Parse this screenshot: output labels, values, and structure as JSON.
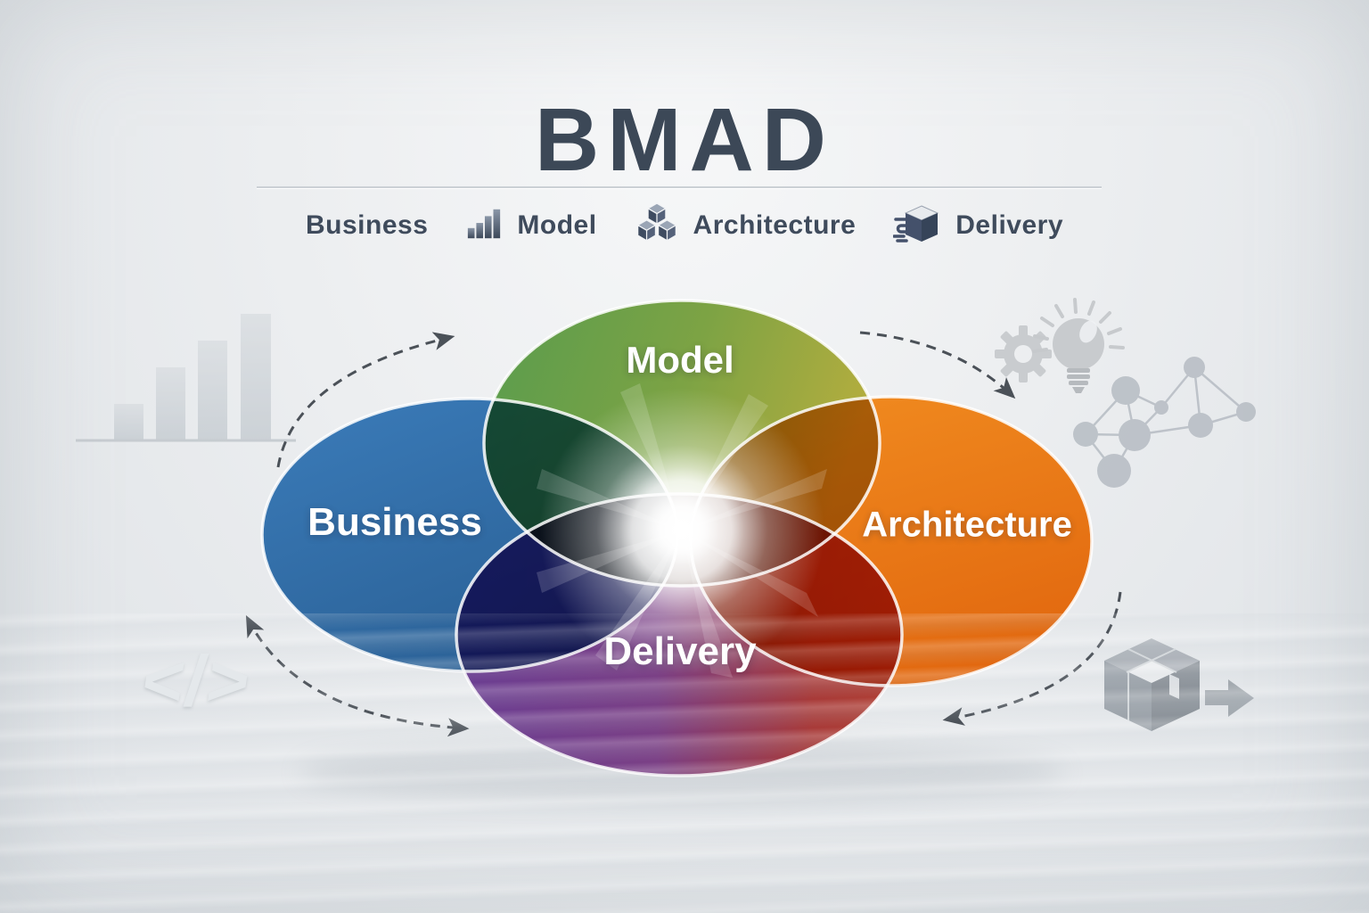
{
  "title": "BMAD",
  "legend": {
    "items": [
      {
        "label": "Business"
      },
      {
        "label": "Model",
        "icon": "bar-chart-icon"
      },
      {
        "label": "Architecture",
        "icon": "cubes-icon"
      },
      {
        "label": "Delivery",
        "icon": "package-icon"
      }
    ]
  },
  "venn": {
    "regions": [
      {
        "label": "Business",
        "position": "left",
        "color": "#2e6da6"
      },
      {
        "label": "Model",
        "position": "top",
        "color": "#6f9c3e"
      },
      {
        "label": "Architecture",
        "position": "right",
        "color": "#ee7d1a"
      },
      {
        "label": "Delivery",
        "position": "bottom",
        "color": "#6e4191"
      }
    ],
    "blend_colors": {
      "business_model": "#1a4b3a",
      "model_architecture": "#a85d07",
      "business_delivery": "#19296a",
      "delivery_architecture": "#9e1f07",
      "center": "#ffffff-glow"
    }
  },
  "decorations": {
    "code_glyph": "</>",
    "icons": [
      "bar-chart-icon",
      "gear-icon",
      "lightbulb-icon",
      "network-graph-icon",
      "code-brackets-icon",
      "package-cube-icon",
      "dashed-arrow"
    ]
  },
  "colors": {
    "title": "#3c4857",
    "legend_text": "#3f4b5c",
    "background": "#eceef0",
    "decoration_gray": "#c2c8ce"
  }
}
